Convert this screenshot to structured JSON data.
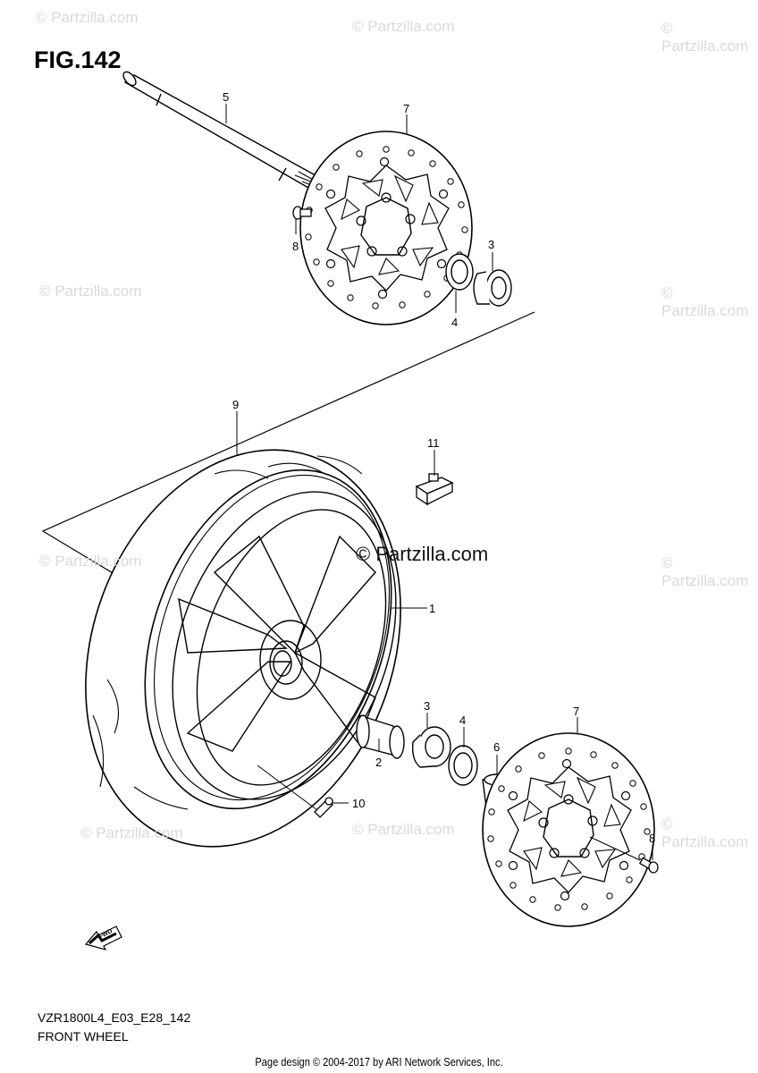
{
  "figure": {
    "title": "FIG.142",
    "code": "VZR1800L4_E03_E28_142",
    "name": "FRONT WHEEL"
  },
  "footer": {
    "text": "Page design © 2004-2017 by ARI Network Services, Inc."
  },
  "watermark": {
    "text": "© Partzilla.com",
    "main_text": "© Partzilla.com"
  },
  "fwd_label": "FWD",
  "callouts": [
    {
      "id": "1",
      "part": "wheel"
    },
    {
      "id": "2",
      "part": "spacer"
    },
    {
      "id": "3",
      "part": "bearing"
    },
    {
      "id": "4",
      "part": "dust-seal"
    },
    {
      "id": "5",
      "part": "axle"
    },
    {
      "id": "6",
      "part": "spacer"
    },
    {
      "id": "7",
      "part": "brake-disc"
    },
    {
      "id": "8",
      "part": "bolt"
    },
    {
      "id": "9",
      "part": "tire"
    },
    {
      "id": "10",
      "part": "valve"
    },
    {
      "id": "11",
      "part": "balancer"
    }
  ],
  "colors": {
    "line": "#000000",
    "watermark": "#d9d9d9"
  }
}
